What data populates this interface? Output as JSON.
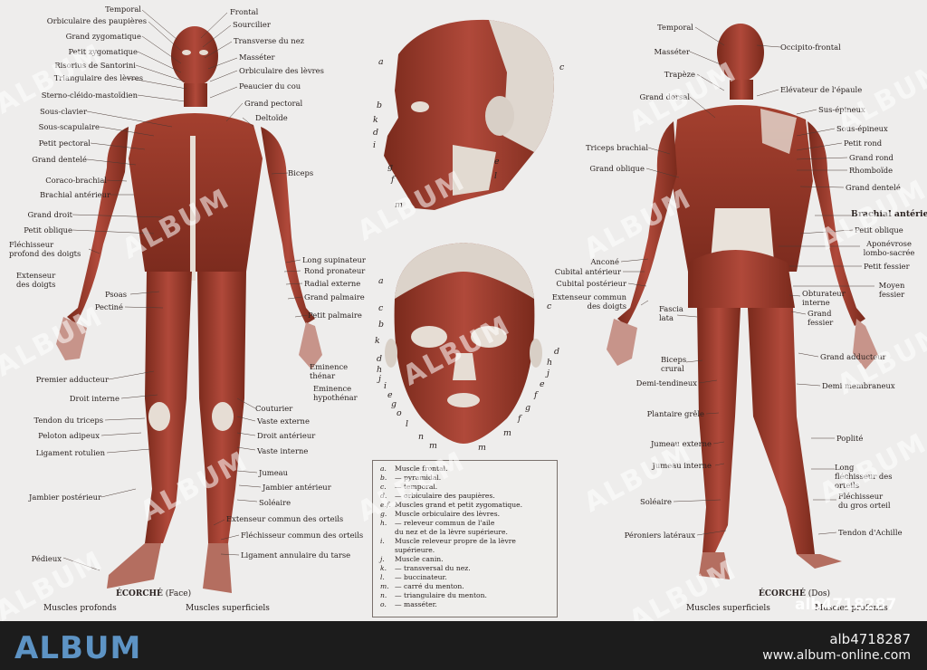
{
  "front_labels_left": [
    "Temporal",
    "Orbiculaire des paupières",
    "Grand zygomatique",
    "Petit zygomatique",
    "Risorius de Santorini",
    "Triangulaire des lèvres",
    "Sterno-cléido-mastoïdien",
    "Sous-clavier",
    "Sous-scapulaire",
    "Petit pectoral",
    "Grand dentelé",
    "Coraco-brachial",
    "Brachial antérieur",
    "Grand droit",
    "Petit oblique",
    "Fléchisseur profond des doigts",
    "Extenseur des doigts",
    "Psoas",
    "Pectiné",
    "Premier adducteur",
    "Droit interne",
    "Tendon du triceps",
    "Peloton adipeux",
    "Ligament rotulien",
    "Jambier postérieur",
    "Pédieux"
  ],
  "front_labels_right": [
    "Frontal",
    "Sourcilier",
    "Transverse du nez",
    "Masséter",
    "Orbiculaire des lèvres",
    "Peaucier du cou",
    "Grand pectoral",
    "Deltoïde",
    "Biceps",
    "Long supinateur",
    "Rond pronateur",
    "Radial externe",
    "Grand palmaire",
    "Petit palmaire",
    "Eminence thénar",
    "Eminence hypothénar",
    "Couturier",
    "Vaste externe",
    "Droit antérieur",
    "Vaste interne",
    "Jumeau",
    "Jambier antérieur",
    "Soléaire",
    "Extenseur commun des orteils",
    "Fléchisseur commun des orteils",
    "Ligament annulaire du tarse"
  ],
  "back_labels_left": [
    "Temporal",
    "Masséter",
    "Trapèze",
    "Grand dorsal",
    "Triceps brachial",
    "Grand oblique",
    "Anconé",
    "Cubital antérieur",
    "Cubital postérieur",
    "Extenseur commun des doigts",
    "Fascia lata",
    "Biceps crural",
    "Demi-tendineux",
    "Plantaire grêle",
    "Jumeau externe",
    "Jumeau interne",
    "Soléaire",
    "Péroniers latéraux"
  ],
  "back_labels_right": [
    "Occipito-frontal",
    "Elévateur de l'épaule",
    "Sus-épineux",
    "Sous-épineux",
    "Petit rond",
    "Grand rond",
    "Rhomboïde",
    "Grand dentelé",
    "Brachial antérieur",
    "Petit oblique",
    "Aponévrose lombo-sacrée",
    "Petit fessier",
    "Moyen fessier",
    "Obturateur interne",
    "Grand fessier",
    "Grand adducteur",
    "Demi membraneux",
    "Poplité",
    "Long fléchisseur des orteils",
    "Fléchisseur du gros orteil",
    "Tendon d'Achille"
  ],
  "head_profile_letters": [
    "a",
    "b",
    "k",
    "d",
    "i",
    "g",
    "f",
    "m",
    "c",
    "e",
    "l"
  ],
  "head_front_letters": [
    "a",
    "c",
    "b",
    "k",
    "d",
    "h",
    "j",
    "i",
    "e",
    "g",
    "o",
    "l",
    "n",
    "m",
    "m",
    "c",
    "d",
    "h",
    "j",
    "e",
    "f",
    "g",
    "f",
    "m"
  ],
  "legend": [
    {
      "k": "a.",
      "t": "Muscle frontal."
    },
    {
      "k": "b.",
      "t": "— pyramidal."
    },
    {
      "k": "c.",
      "t": "— temporal."
    },
    {
      "k": "d.",
      "t": "— orbiculaire des paupières."
    },
    {
      "k": "e.f.",
      "t": "Muscles grand et petit zygomatique."
    },
    {
      "k": "g.",
      "t": "Muscle orbiculaire des lèvres."
    },
    {
      "k": "h.",
      "t": "— releveur commun de l'aile"
    },
    {
      "k": "",
      "t": "du nez et de la lèvre supérieure."
    },
    {
      "k": "i.",
      "t": "Muscle releveur propre de la lèvre"
    },
    {
      "k": "",
      "t": "supérieure."
    },
    {
      "k": "j.",
      "t": "Muscle canin."
    },
    {
      "k": "k.",
      "t": "— transversal du nez."
    },
    {
      "k": "l.",
      "t": "— buccinateur."
    },
    {
      "k": "m.",
      "t": "— carré du menton."
    },
    {
      "k": "n.",
      "t": "— triangulaire du menton."
    },
    {
      "k": "o.",
      "t": "— masséter."
    }
  ],
  "captions": {
    "front_title": "ÉCORCHÉ",
    "front_sub": "(Face)",
    "back_title": "ÉCORCHÉ",
    "back_sub": "(Dos)",
    "front_left": "Muscles profonds",
    "front_right": "Muscles superficiels",
    "back_left": "Muscles superficiels",
    "back_right": "Muscles profonds"
  },
  "watermark": "ALBUM",
  "stamp": "alb4718287",
  "footer": {
    "brand": "ALBUM",
    "image_id": "alb4718287",
    "site": "www.album-online.com"
  },
  "colors": {
    "muscle": "#9a3a2a",
    "muscle_dark": "#6e2418",
    "tendon": "#e6ddd4",
    "paper": "#eeedec",
    "brand": "#5d93c4"
  }
}
